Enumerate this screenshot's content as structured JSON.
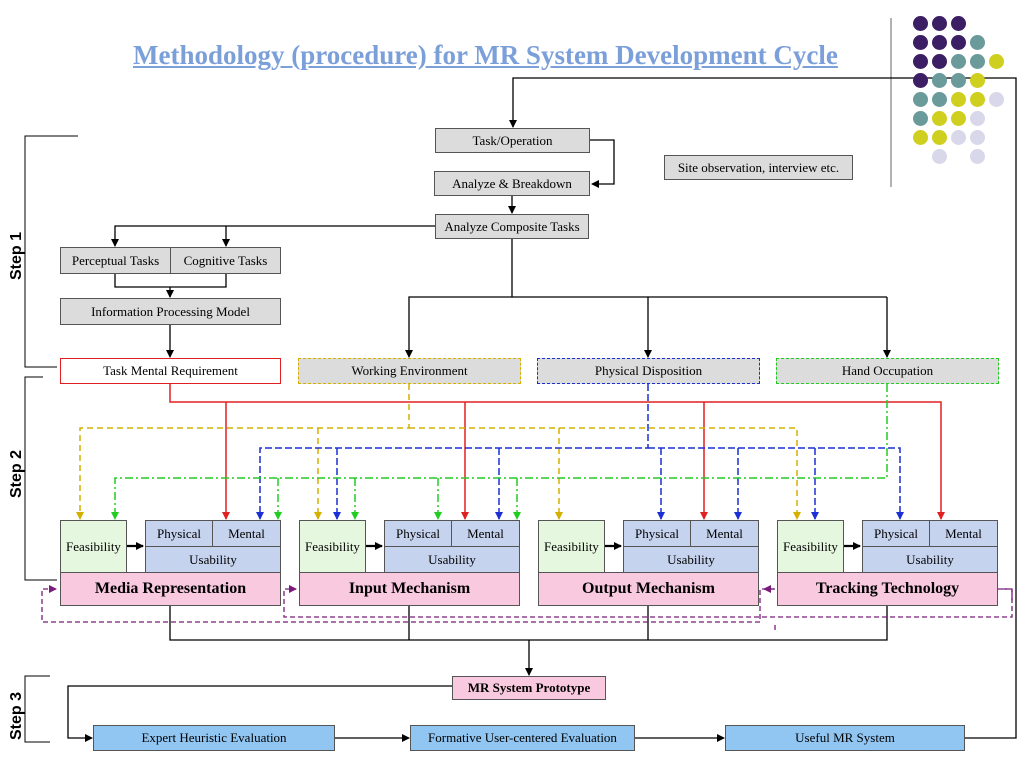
{
  "title": "Methodology (procedure) for MR System Development Cycle",
  "steps": [
    "Step 1",
    "Step 2",
    "Step 3"
  ],
  "step1": {
    "task_operation": "Task/Operation",
    "analyze_breakdown": "Analyze & Breakdown",
    "site_observation": "Site observation, interview etc.",
    "analyze_composite": "Analyze Composite Tasks",
    "perceptual": "Perceptual Tasks",
    "cognitive": "Cognitive Tasks",
    "info_model": "Information Processing Model"
  },
  "requirements": {
    "task_mental": "Task Mental Requirement",
    "working_env": "Working Environment",
    "physical_disp": "Physical Disposition",
    "hand_occ": "Hand Occupation"
  },
  "modules": [
    {
      "feasibility": "Feasibility",
      "physical": "Physical",
      "mental": "Mental",
      "usability": "Usability",
      "name": "Media Representation"
    },
    {
      "feasibility": "Feasibility",
      "physical": "Physical",
      "mental": "Mental",
      "usability": "Usability",
      "name": "Input Mechanism"
    },
    {
      "feasibility": "Feasibility",
      "physical": "Physical",
      "mental": "Mental",
      "usability": "Usability",
      "name": "Output Mechanism"
    },
    {
      "feasibility": "Feasibility",
      "physical": "Physical",
      "mental": "Mental",
      "usability": "Usability",
      "name": "Tracking Technology"
    }
  ],
  "step3": {
    "prototype": "MR System Prototype",
    "expert": "Expert Heuristic Evaluation",
    "formative": "Formative User-centered Evaluation",
    "useful": "Useful MR System"
  },
  "colors": {
    "task_mental_line": "#e02020",
    "working_env_line": "#d4b000",
    "physical_disp_line": "#1a2fd4",
    "hand_occ_line": "#22cc22",
    "feedback_line": "#7a1a7a",
    "decor_purple": "#3c1e64",
    "decor_teal": "#6a9a9a",
    "decor_olive": "#cfcf20",
    "decor_lavender": "#d8d8ea"
  }
}
